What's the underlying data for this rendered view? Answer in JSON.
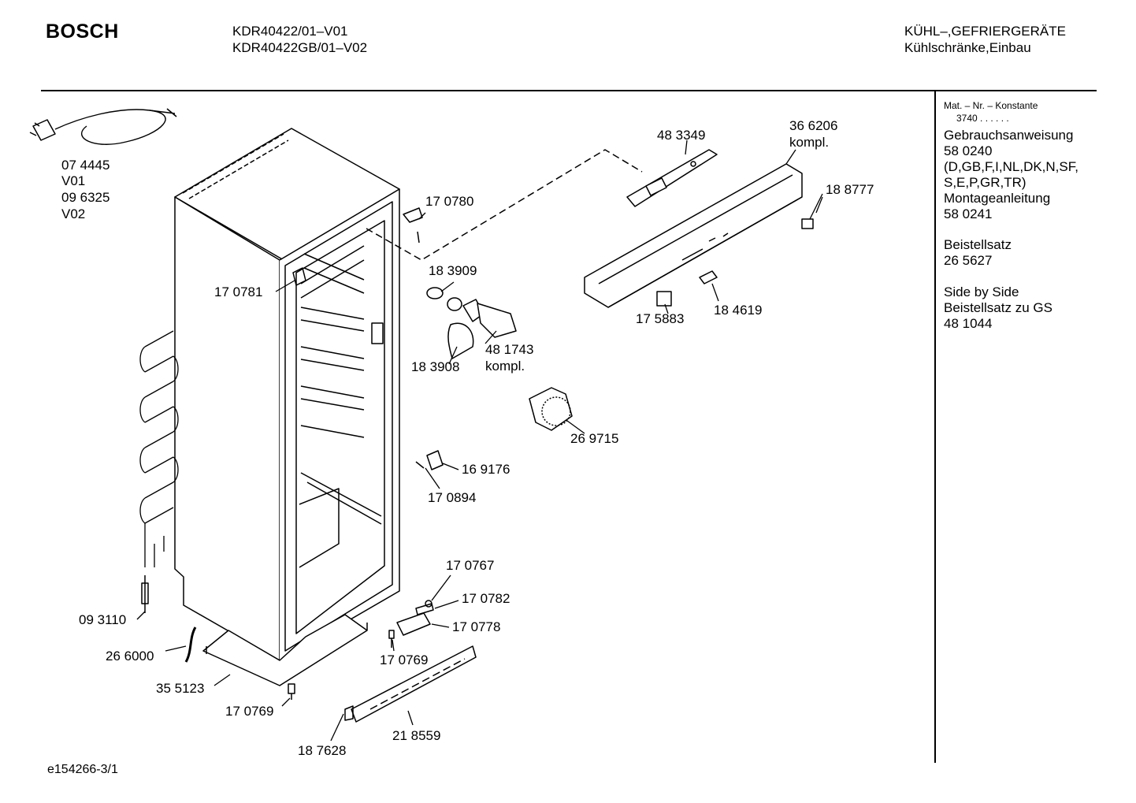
{
  "header": {
    "brand": "BOSCH",
    "models": [
      "KDR40422/01–V01",
      "KDR40422GB/01–V02"
    ],
    "category": [
      "KÜHL–,GEFRIERGERÄTE",
      "Kühlschränke,Einbau"
    ]
  },
  "sidebar": {
    "mat_label": "Mat. – Nr. – Konstante",
    "mat_value": "3740 . . . . . .",
    "blocks": [
      [
        "Gebrauchsanweisung",
        "58 0240",
        "(D,GB,F,I,NL,DK,N,SF,",
        "S,E,P,GR,TR)",
        "Montageanleitung",
        "58 0241"
      ],
      [
        "Beistellsatz",
        "26 5627"
      ],
      [
        "Side by Side",
        "Beistellsatz zu GS",
        "48 1044"
      ]
    ]
  },
  "parts": {
    "p074445": "07 4445",
    "v01": "V01",
    "p096325": "09 6325",
    "v02": "V02",
    "p483349": "48 3349",
    "p366206": "36 6206",
    "kompl1": "kompl.",
    "p188777": "18 8777",
    "p170780": "17 0780",
    "p170781": "17 0781",
    "p183909": "18 3909",
    "p481743": "48 1743",
    "kompl2": "kompl.",
    "p183908": "18 3908",
    "p175883": "17 5883",
    "p184619": "18 4619",
    "p269715": "26 9715",
    "p169176": "16 9176",
    "p170894": "17 0894",
    "p170767": "17 0767",
    "p170782": "17 0782",
    "p170778": "17 0778",
    "p093110": "09 3110",
    "p266000": "26 6000",
    "p170769a": "17 0769",
    "p355123": "35 5123",
    "p170769b": "17 0769",
    "p218559": "21 8559",
    "p187628": "18 7628"
  },
  "footer": {
    "drawing_id": "e154266-3/1"
  }
}
